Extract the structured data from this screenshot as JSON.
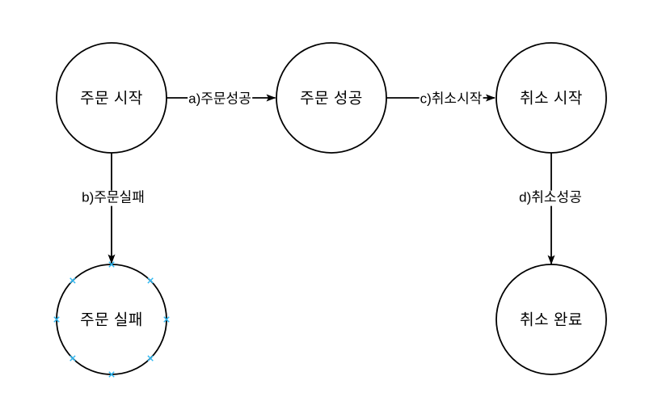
{
  "diagram": {
    "background": "#ffffff",
    "stroke_color": "#000000",
    "text_color": "#000000",
    "connection_point_color": "#29b6f2",
    "nodes": [
      {
        "id": "order-start",
        "label": "주문 시작"
      },
      {
        "id": "order-success",
        "label": "주문 성공"
      },
      {
        "id": "cancel-start",
        "label": "취소 시작"
      },
      {
        "id": "order-fail",
        "label": "주문 실패",
        "connection_points_visible": true
      },
      {
        "id": "cancel-complete",
        "label": "취소 완료"
      }
    ],
    "edges": [
      {
        "id": "a",
        "label": "a)주문성공",
        "from": "order-start",
        "to": "order-success"
      },
      {
        "id": "c",
        "label": "c)취소시작",
        "from": "order-success",
        "to": "cancel-start"
      },
      {
        "id": "b",
        "label": "b)주문실패",
        "from": "order-start",
        "to": "order-fail"
      },
      {
        "id": "d",
        "label": "d)취소성공",
        "from": "cancel-start",
        "to": "cancel-complete"
      }
    ]
  }
}
